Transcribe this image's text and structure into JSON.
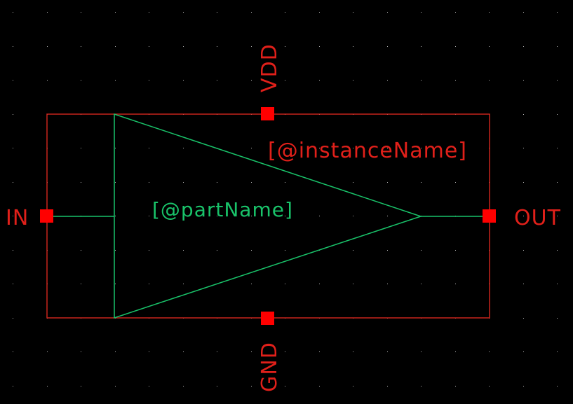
{
  "schematic": {
    "pins": {
      "vdd": "VDD",
      "gnd": "GND",
      "in": "IN",
      "out": "OUT"
    },
    "instance_label": "[@instanceName]",
    "part_label": "[@partName]"
  },
  "colors": {
    "background": "#000000",
    "symbol_outline": "#c8241c",
    "pin_marker": "#ff0000",
    "pin_label": "#e0201a",
    "body": "#19c36a",
    "grid_dot": "#b8b8b8"
  }
}
